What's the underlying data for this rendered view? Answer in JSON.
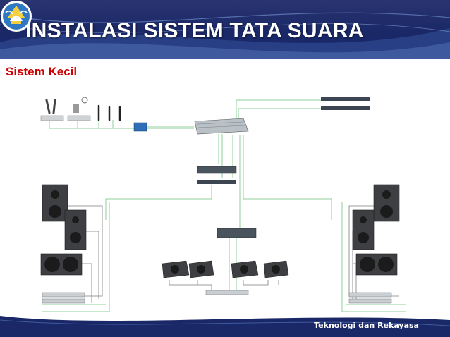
{
  "slide": {
    "title": "INSTALASI SISTEM TATA SUARA",
    "subtitle": "Sistem Kecil",
    "footer": "Teknologi dan Rekayasa"
  },
  "colors": {
    "header_bg": "#1a2868",
    "header_band": "#4a6ab0",
    "title_text": "#ffffff",
    "subtitle_text": "#cc0000",
    "footer_bg": "#1a2868",
    "cable_green": "#8fcf9a",
    "cable_gray": "#8a8a8a"
  },
  "icons": {
    "logo": "tut-wuri-handayani-logo-icon"
  }
}
